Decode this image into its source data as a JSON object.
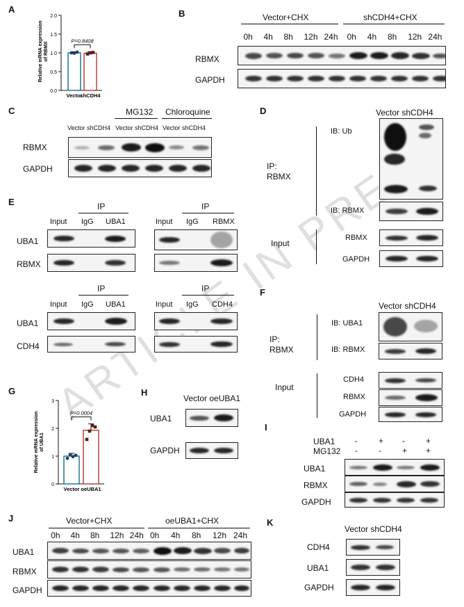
{
  "panels": {
    "A": {
      "label": "A",
      "pvalue": "P=0.8408",
      "ylabel": "Relative mRNA expression of RBMX",
      "yticks": [
        "0.0",
        "0.5",
        "1.0",
        "1.5",
        "2.0"
      ],
      "groups": [
        "Vector",
        "shCDH4"
      ],
      "chart_data": {
        "type": "bar",
        "categories": [
          "Vector",
          "shCDH4"
        ],
        "values": [
          1.0,
          0.99
        ],
        "ylabel": "Relative mRNA expression of RBMX",
        "ylim": [
          0,
          2.0
        ],
        "annotation": "P=0.8408",
        "colors": [
          "#1f7a8c",
          "#b5443a"
        ]
      }
    },
    "B": {
      "label": "B",
      "group1": "Vector+CHX",
      "group2": "shCDH4+CHX",
      "times": [
        "0h",
        "4h",
        "8h",
        "12h",
        "24h"
      ],
      "rows": [
        "RBMX",
        "GAPDH"
      ]
    },
    "C": {
      "label": "C",
      "mg132": "MG132",
      "chloroquine": "Chloroquine",
      "lanes": [
        "Vector shCDH4",
        "Vector shCDH4",
        "Vector shCDH4"
      ],
      "rows": [
        "RBMX",
        "GAPDH"
      ]
    },
    "D": {
      "label": "D",
      "header": "Vector shCDH4",
      "ib_ub": "IB: Ub",
      "ip": "IP:",
      "ip_target": "RBMX",
      "ib_rbmx": "IB: RBMX",
      "input": "Input",
      "rows_input": [
        "RBMX",
        "GAPDH"
      ]
    },
    "E": {
      "label": "E",
      "ip": "IP",
      "blocks": [
        {
          "lanes": [
            "Input",
            "IgG",
            "UBA1"
          ],
          "rows": [
            "UBA1",
            "RBMX"
          ]
        },
        {
          "lanes": [
            "Input",
            "IgG",
            "RBMX"
          ]
        },
        {
          "lanes": [
            "Input",
            "IgG",
            "UBA1"
          ],
          "rows": [
            "UBA1",
            "CDH4"
          ]
        },
        {
          "lanes": [
            "Input",
            "IgG",
            "CDH4"
          ]
        }
      ]
    },
    "F": {
      "label": "F",
      "header": "Vector shCDH4",
      "ib_uba1": "IB: UBA1",
      "ib_rbmx": "IB: RBMX",
      "ip": "IP:",
      "ip_target": "RBMX",
      "input": "Input",
      "rows_input": [
        "CDH4",
        "RBMX",
        "GAPDH"
      ]
    },
    "G": {
      "label": "G",
      "pvalue": "P=0.0004",
      "ylabel": "Relative mRNA expression of UBA1",
      "yticks": [
        "0",
        "1",
        "2",
        "3"
      ],
      "groups": [
        "Vector",
        "oeUBA1"
      ],
      "chart_data": {
        "type": "bar",
        "categories": [
          "Vector",
          "oeUBA1"
        ],
        "values": [
          1.0,
          1.93
        ],
        "ylabel": "Relative mRNA expression of UBA1",
        "ylim": [
          0,
          3
        ],
        "annotation": "P=0.0004",
        "colors": [
          "#1f7a8c",
          "#b5443a"
        ]
      }
    },
    "H": {
      "label": "H",
      "header": "Vector  oeUBA1",
      "rows": [
        "UBA1",
        "GAPDH"
      ]
    },
    "I": {
      "label": "I",
      "conds": [
        {
          "name": "UBA1",
          "vals": [
            "-",
            "+",
            "-",
            "+"
          ]
        },
        {
          "name": "MG132",
          "vals": [
            "-",
            "-",
            "+",
            "+"
          ]
        }
      ],
      "rows": [
        "UBA1",
        "RBMX",
        "GAPDH"
      ]
    },
    "J": {
      "label": "J",
      "group1": "Vector+CHX",
      "group2": "oeUBA1+CHX",
      "times": [
        "0h",
        "4h",
        "8h",
        "12h",
        "24h"
      ],
      "rows": [
        "UBA1",
        "RBMX",
        "GAPDH"
      ]
    },
    "K": {
      "label": "K",
      "header": "Vector shCDH4",
      "rows": [
        "CDH4",
        "UBA1",
        "GAPDH"
      ]
    }
  },
  "watermark": "ARTICLE IN PRESS"
}
